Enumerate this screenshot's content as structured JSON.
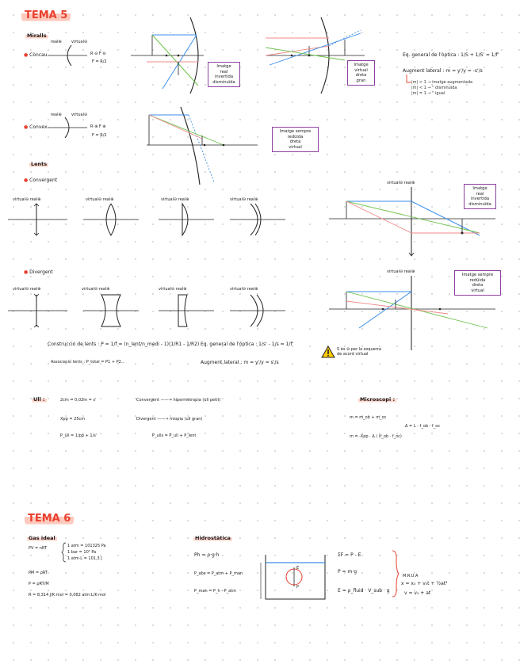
{
  "colors": {
    "accent_red": "#e8402e",
    "purple_box": "#8e3fa0",
    "ray_blue": "#3b8ee8",
    "ray_green": "#6cc24a",
    "ray_pink": "#f28b8b"
  },
  "tema5": {
    "title": "TEMA 5",
    "mirrors_heading": "Miralls",
    "concave_label": "Còncau",
    "convex_label": "Convex",
    "real_label": "real⊕",
    "virtual_label": "virtual⊖",
    "focal_note_concave": "R ⊖  F ⊖",
    "focal_note_convex": "R ⊕  F ⊕",
    "focal_formula": "F = R/2",
    "box_real": "Imatge\nreal\ninvertida\ndisminuïda",
    "box_virtual_dreta": "Imatge\nvirtual\ndreta\ngran",
    "box_convex": "Imatge sempre\nredüida\ndreta\nvirtual",
    "eq_general": "Eq. general de l'òptica :  1/S + 1/S' = 1/f'",
    "augment_lateral": "Augment lateral :  m = y'/y = -s'/s",
    "aug_note_1": "|m| > 1 → imatge augmentada",
    "aug_note_2": "|m| < 1 →  \"   disminuïda",
    "aug_note_3": "|m| = 1 →  \"   igual",
    "lenses_heading": "Lents",
    "convergent_label": "Convergent",
    "divergent_label": "Divergent",
    "lens_virtual_real": "virtual⊖   real⊕",
    "lens_box_convergent": "Imatge\nreal\ninvertida\ndisminuïda",
    "lens_box_divergent": "Imatge sempre\nredüida\ndreta\nvirtual",
    "lens_maker": "Construcció de lents :  P = 1/f = (n_lent/n_medi - 1)(1/R1 - 1/R2)",
    "eq_lents": "Eq. general de l'òptica :  1/s' - 1/s = 1/f'",
    "associat": "Associació lents :  P_total = P1 + P2...",
    "augment_lents": "Augment lateral :  m = y'/y = s'/s",
    "warning": "S és ⊖ per la esquerra\nde acord virtual",
    "ull_heading": "Ull :",
    "ull_1": "2cm = 0,02m = s'",
    "ull_2": "Xpp = 25cm",
    "ull_3": "P_ull = 1/pp + 1/s'",
    "conv_1": "Convergent ——→ hipermetropia (ull petit)",
    "conv_2": "Divergent ——→ miopia (ull gran)",
    "conv_3": "P_ulls = P_ull + P_lent",
    "micro_heading": "Microscopi :",
    "micro_1": "m = m_ob + m_oc",
    "micro_2": "m = -Xpp · Δ / (f_ob · f_oc)",
    "micro_3": "Δ = L - f_ob - f_oc"
  },
  "tema6": {
    "title": "TEMA 6",
    "gas_heading": "Gas ideal",
    "gas_1": "PV = nRT",
    "gas_brace_1": "1 atm = 101325 Pa",
    "gas_brace_2": "1 bar = 10⁵ Pa",
    "gas_brace_3": "1 atm·L = 101,3 J",
    "gas_2": "PM = ρRT",
    "gas_3": "P = ρRT/M",
    "gas_4": "R = 8,314 J/K·mol = 0,082 atm·L/K·mol",
    "hydro_heading": "Hidrostàtica",
    "hydro_1": "Ph = ρ·g·h",
    "hydro_2": "P_abs = P_atm + P_man",
    "hydro_3": "P_man = P_h - P_atm",
    "forces_1": "ΣF = P - E",
    "forces_2": "P = m·g",
    "forces_3": "E = ρ_fluid · V_sub · g",
    "mrua_1": "M.R.U.A",
    "mrua_2": "x = x₀ + v₀t + ½at²",
    "mrua_3": "v = v₀ + at",
    "diagram_E": "E",
    "diagram_P": "P"
  }
}
